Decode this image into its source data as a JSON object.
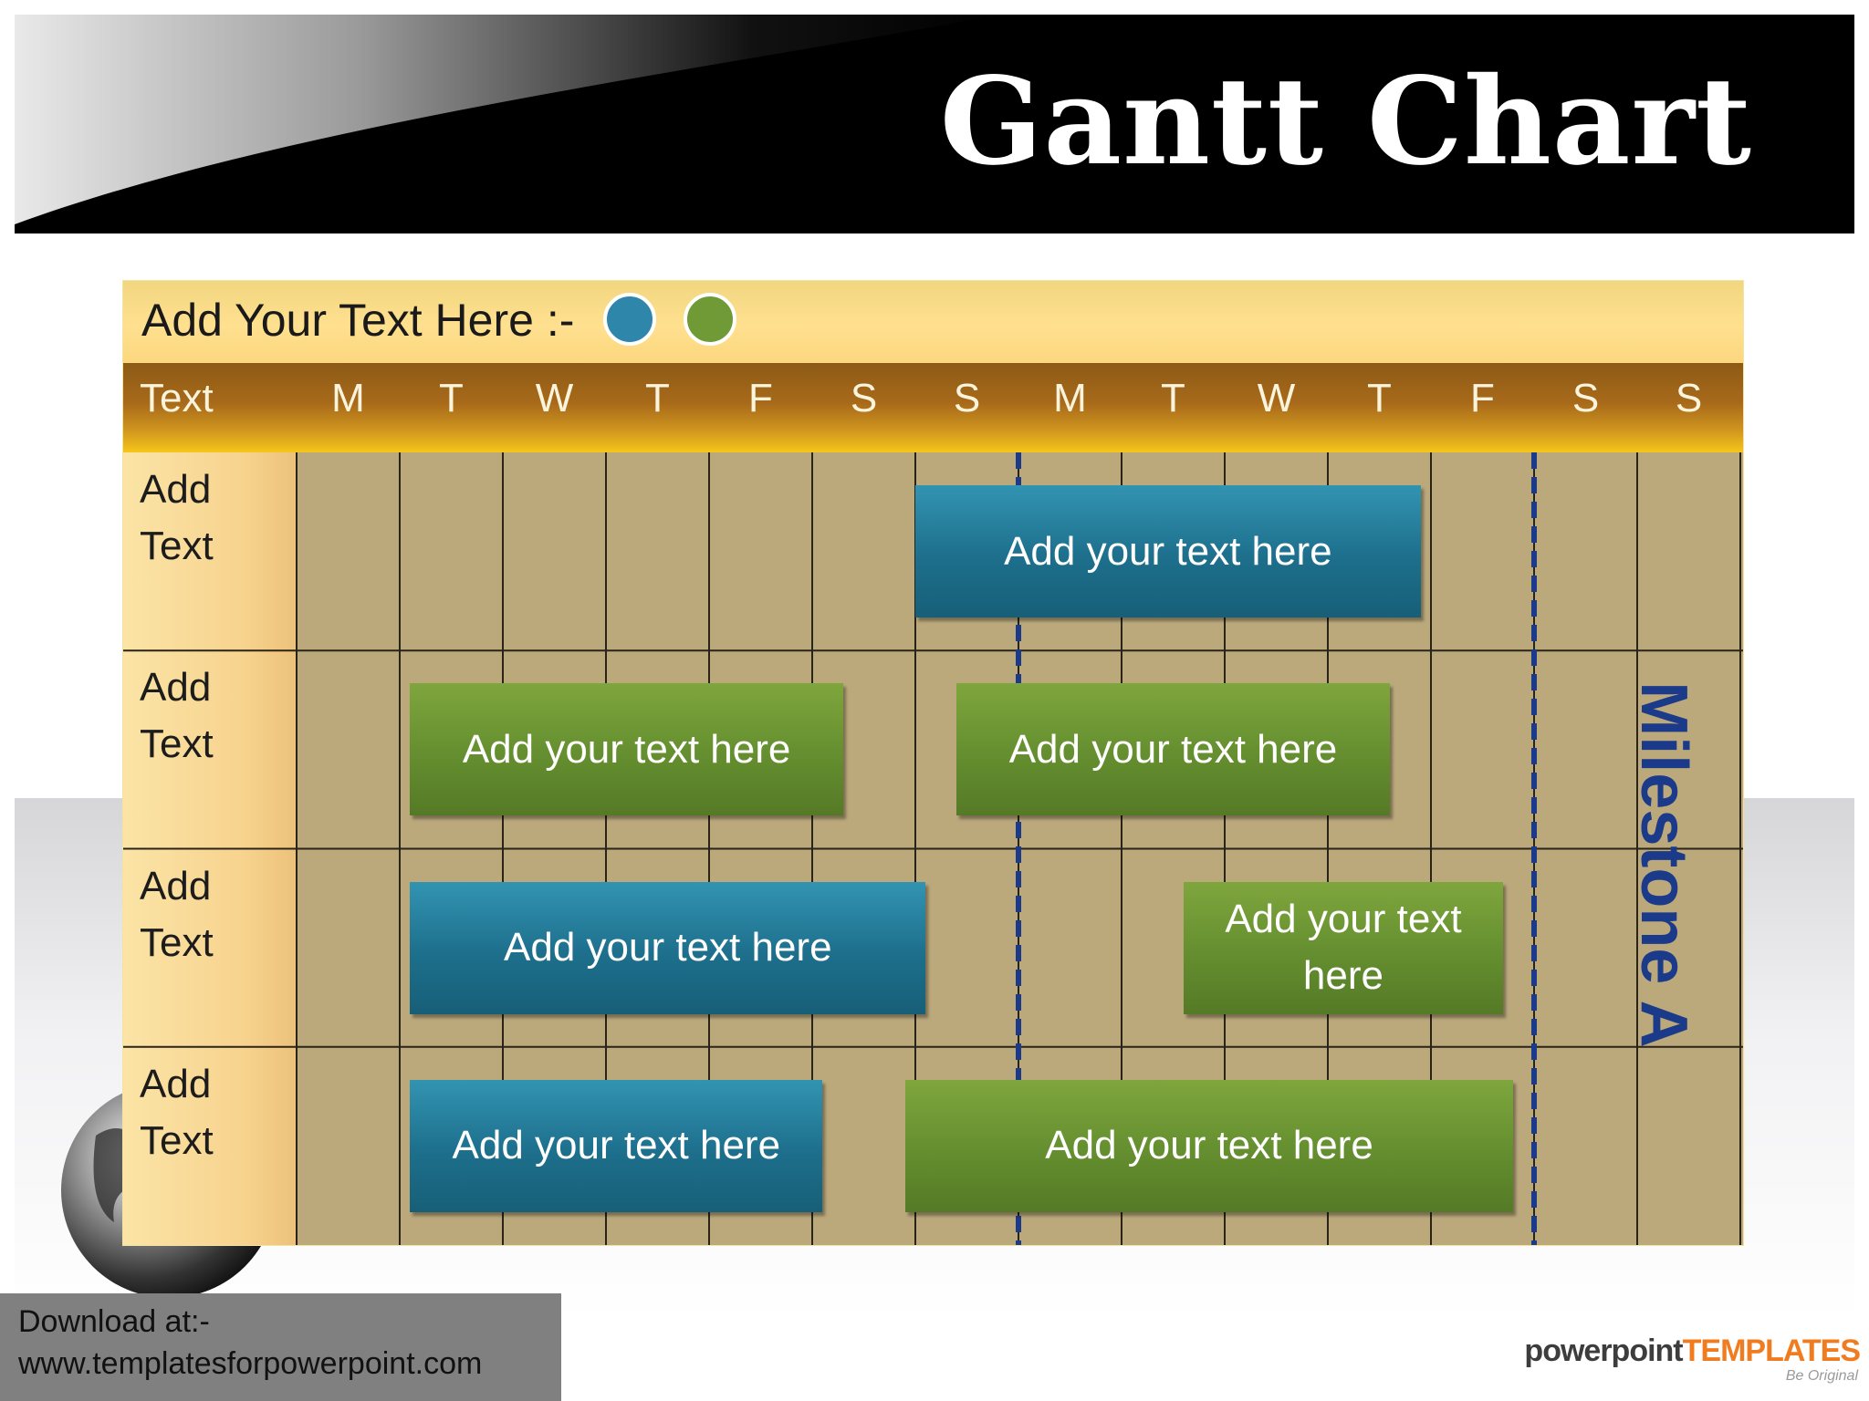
{
  "title": "Gantt Chart",
  "legend": {
    "text": "Add Your Text  Here :-",
    "dots": [
      {
        "color": "#2e86ab"
      },
      {
        "color": "#6f9a35"
      }
    ]
  },
  "header_row": {
    "label": "Text",
    "days": [
      "M",
      "T",
      "W",
      "T",
      "F",
      "S",
      "S",
      "M",
      "T",
      "W",
      "T",
      "F",
      "S",
      "S"
    ]
  },
  "rows": [
    {
      "label": "Add\nText"
    },
    {
      "label": "Add\nText"
    },
    {
      "label": "Add\nText"
    },
    {
      "label": "Add\nText"
    }
  ],
  "tasks": [
    {
      "row": 0,
      "start": 6.0,
      "end": 10.9,
      "color": "blue",
      "text": "Add your text here"
    },
    {
      "row": 1,
      "start": 1.1,
      "end": 5.3,
      "color": "green",
      "text": "Add your text here"
    },
    {
      "row": 1,
      "start": 6.4,
      "end": 10.6,
      "color": "green",
      "text": "Add your text here"
    },
    {
      "row": 2,
      "start": 1.1,
      "end": 6.1,
      "color": "blue",
      "text": "Add your text here"
    },
    {
      "row": 2,
      "start": 8.6,
      "end": 11.7,
      "color": "green",
      "text": "Add your text here"
    },
    {
      "row": 3,
      "start": 1.1,
      "end": 5.1,
      "color": "blue",
      "text": "Add your text here"
    },
    {
      "row": 3,
      "start": 5.9,
      "end": 11.8,
      "color": "green",
      "text": "Add your text here"
    }
  ],
  "dashed_markers": [
    7.0,
    12.0
  ],
  "milestone": {
    "label": "Milestone A"
  },
  "colors": {
    "blue": "#1f7493",
    "green": "#648e2f",
    "milestone": "#1b3a8a",
    "grid_bg": "#bba97c"
  },
  "footer": {
    "download_label": "Download at:-",
    "download_url": "www.templatesforpowerpoint.com",
    "brand_a": "powerpoint",
    "brand_b": "TEMPLATES",
    "tagline": "Be Original"
  }
}
